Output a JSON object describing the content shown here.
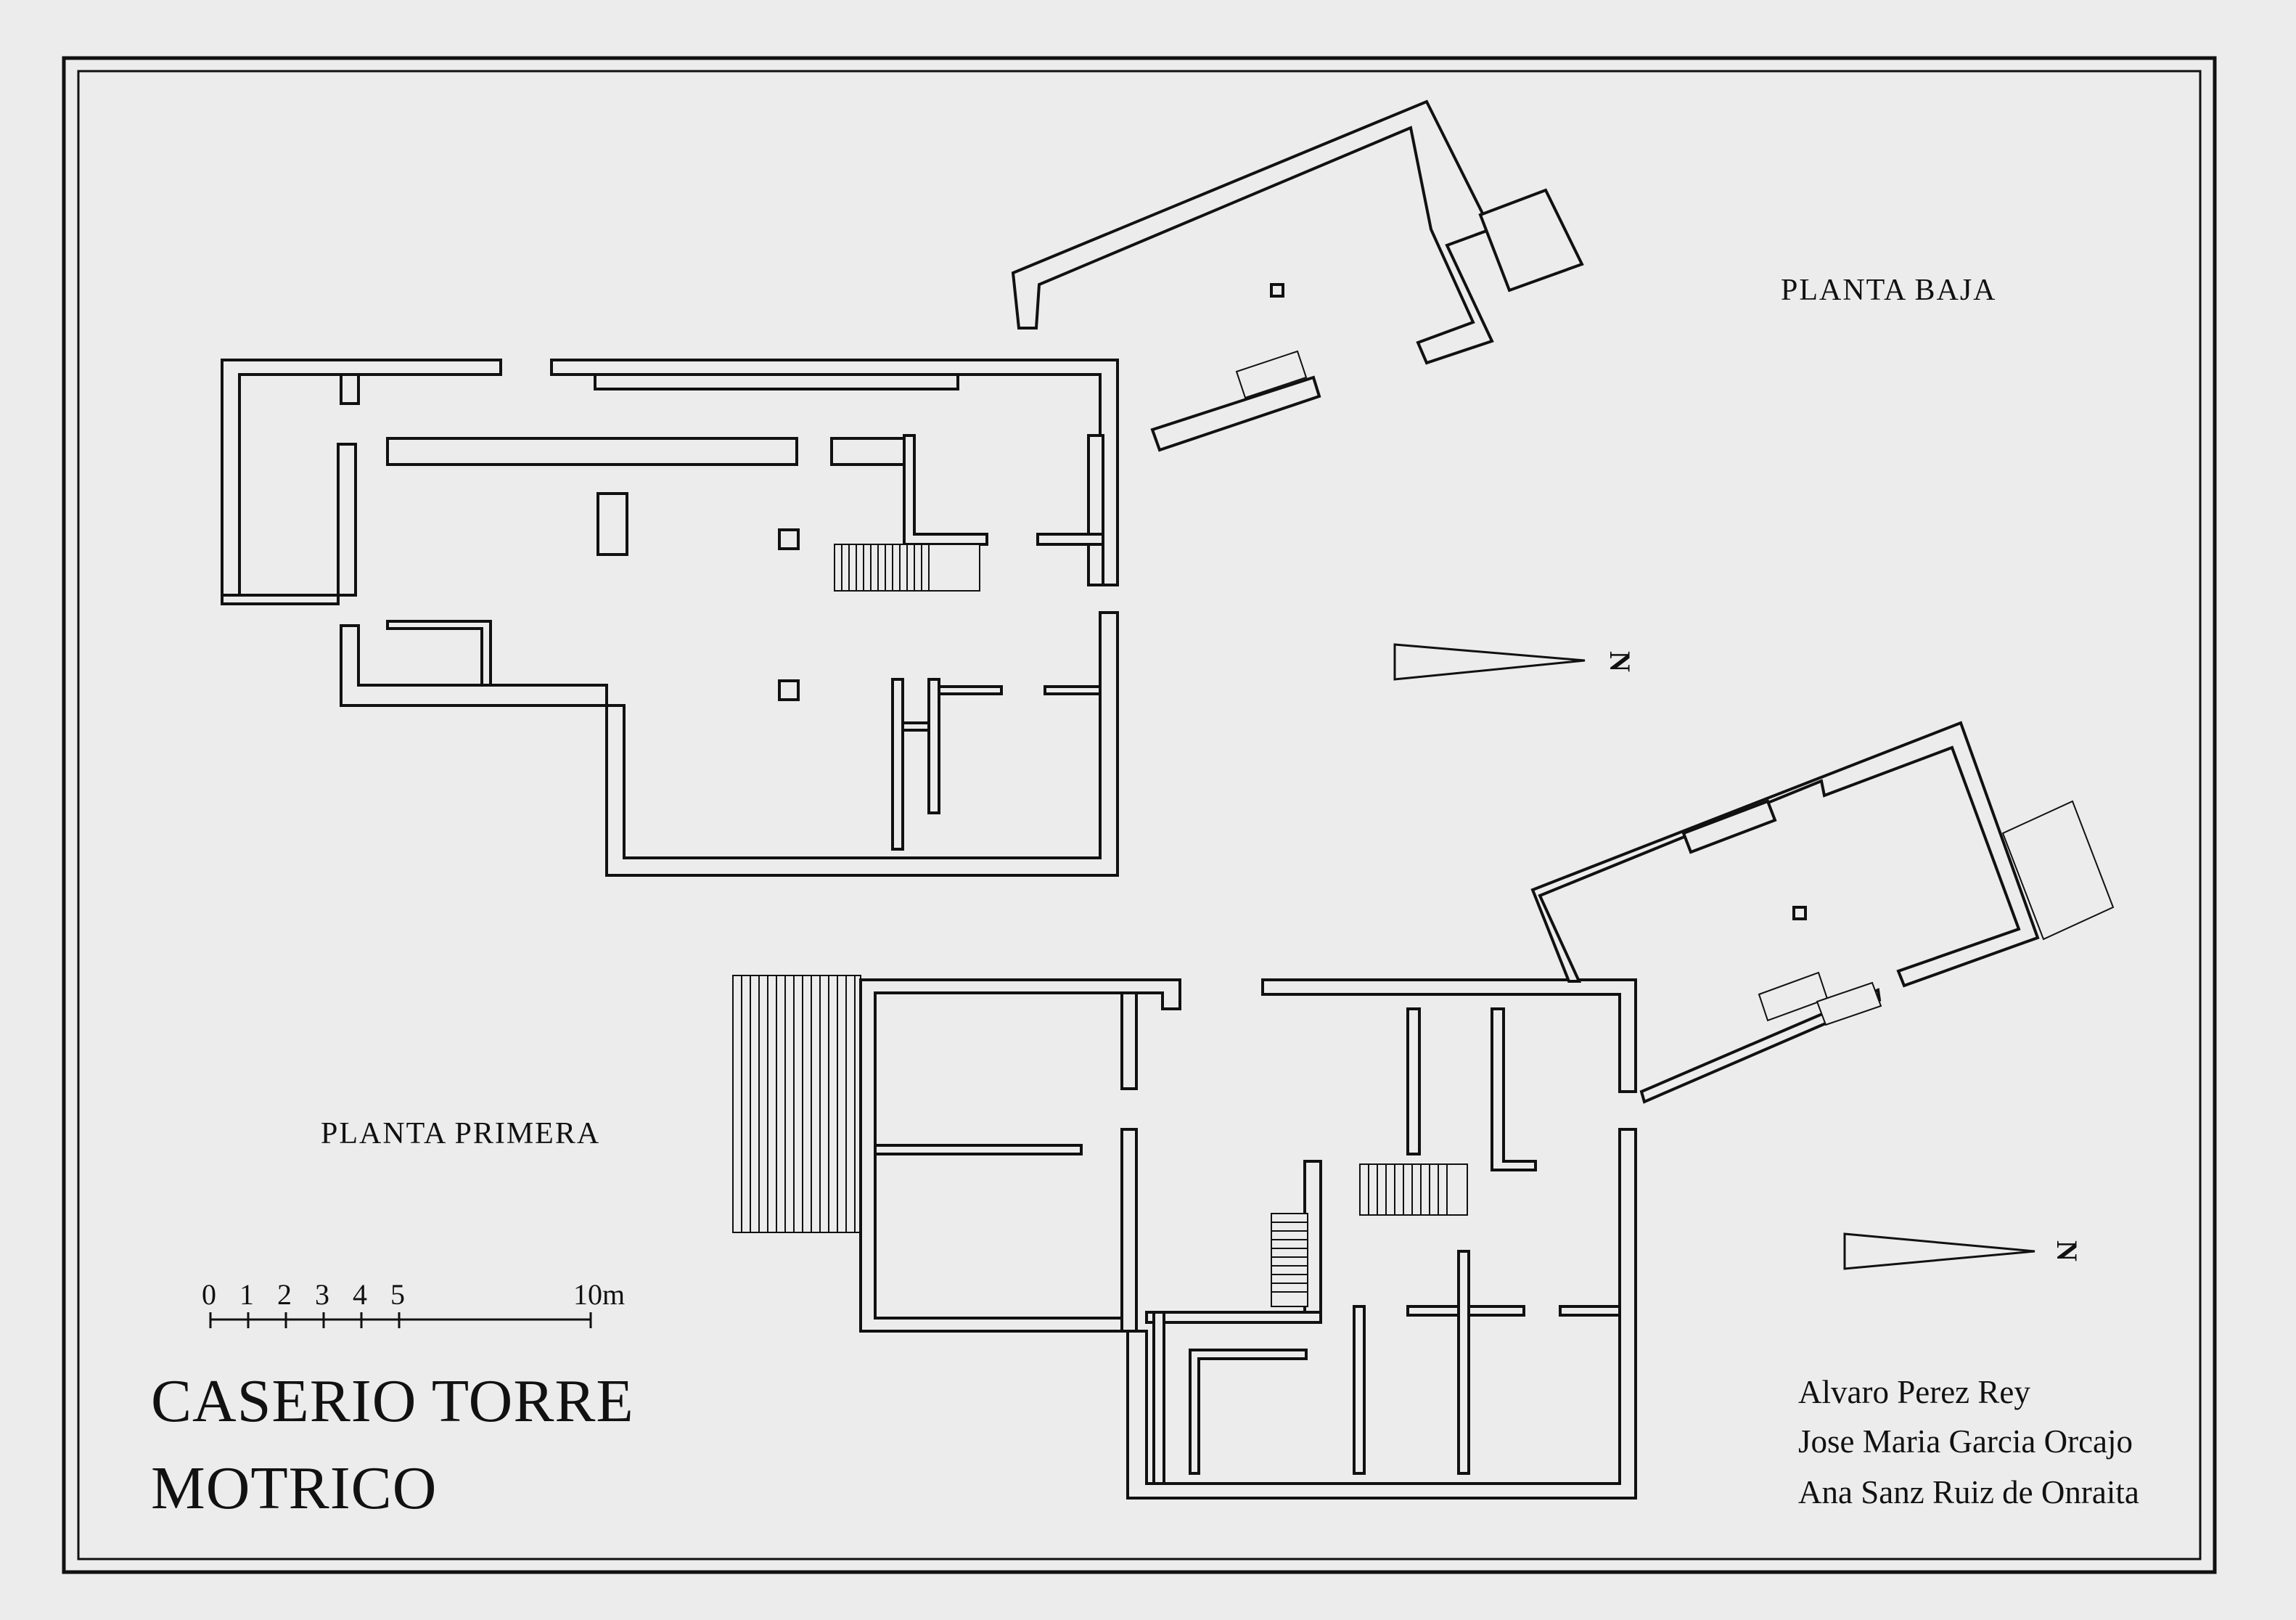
{
  "drawing": {
    "title_line1": "CASERIO  TORRE",
    "title_line2": "MOTRICO",
    "plans": {
      "ground": "PLANTA  BAJA",
      "first": "PLANTA  PRIMERA"
    },
    "north_label": "N",
    "scale": {
      "ticks": [
        "0",
        "1",
        "2",
        "3",
        "4",
        "5"
      ],
      "end_label": "10m"
    },
    "authors": [
      "Alvaro  Perez  Rey",
      "Jose  Maria  Garcia  Orcajo",
      "Ana  Sanz  Ruiz  de  Onraita"
    ]
  },
  "colors": {
    "ink": "#111111",
    "paper": "#ececec",
    "wall_fill": "#ececec"
  }
}
